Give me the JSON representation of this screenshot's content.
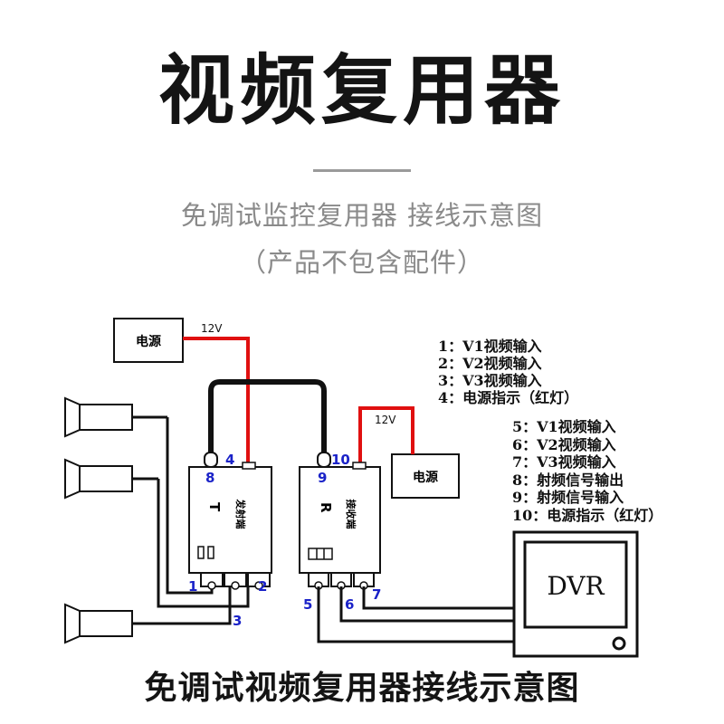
{
  "header": {
    "title": "视频复用器",
    "subtitle": "免调试监控复用器  接线示意图",
    "note": "（产品不包含配件）"
  },
  "diagram": {
    "power_left": "电源",
    "power_right": "电源",
    "voltage_left": "12V",
    "voltage_right": "12V",
    "transmitter_letter": "T",
    "transmitter_label": "发射端",
    "receiver_letter": "R",
    "receiver_label": "接收端",
    "dvr_label": "DVR",
    "pins": {
      "p1": "1",
      "p2": "2",
      "p3": "3",
      "p4": "4",
      "p5": "5",
      "p6": "6",
      "p7": "7",
      "p8": "8",
      "p9": "9",
      "p10": "10"
    },
    "legend_top": [
      "1：V1视频输入",
      "2：V2视频输入",
      "3：V3视频输入",
      "4：电源指示（红灯）"
    ],
    "legend_bottom": [
      "5：V1视频输入",
      "6：V2视频输入",
      "7：V3视频输入",
      "8：射频信号输出",
      "9：射频信号输入",
      "10：电源指示（红灯）"
    ]
  },
  "footer": {
    "caption": "免调试视频复用器接线示意图"
  },
  "colors": {
    "power_wire": "#e01010",
    "cable": "#111111",
    "pin_label": "#1a22c8"
  }
}
